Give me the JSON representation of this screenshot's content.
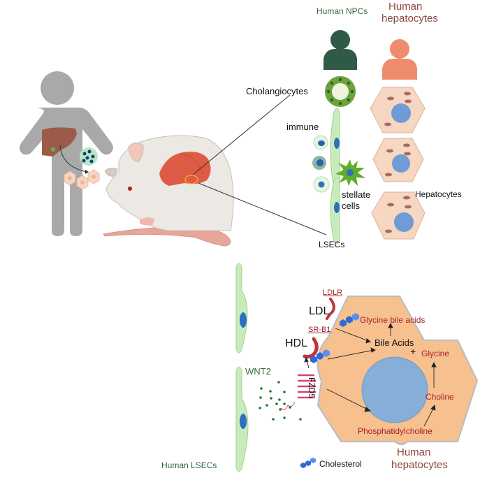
{
  "colors": {
    "npc_green": "#2f5a45",
    "hepatocyte_orange": "#f08c6e",
    "hepatocyte_brown": "#8b4a3a",
    "dark_red": "#a5222a",
    "body_gray": "#a9a9a9",
    "lsec_green": "#c9ebbc",
    "nucleus_blue": "#2e6fbf",
    "cell_tan": "#f5c7a4",
    "big_cell_fill": "#f7c08f",
    "big_nucleus": "#86aed6",
    "wnt_dot": "#1e7a3a",
    "fzd5_pink": "#d04870",
    "cholesterol_blue": "#2f6bd6"
  },
  "top_panel": {
    "human_npcs_label": "Human NPCs",
    "human_hepatocytes_label_line1": "Human",
    "human_hepatocytes_label_line2": "hepatocytes",
    "cholangiocytes_label": "Cholangiocytes",
    "immune_label": "immune",
    "stellate_label_line1": "stellate",
    "stellate_label_line2": "cells",
    "lsecs_label": "LSECs",
    "hepatocytes_label": "Hepatocytes"
  },
  "bottom_panel": {
    "ldlr_label": "LDLR",
    "ldl_label": "LDL",
    "srb1_label": "SR-B1",
    "hdl_label": "HDL",
    "wnt2_label": "WNT2",
    "fzd5_label": "FZD5",
    "glycine_bile_acids_label": "Glycine bile acids",
    "bile_acids_label": "Bile Acids",
    "plus_sign": "+",
    "glycine_label": "Glycine",
    "choline_label": "Choline",
    "phosphatidylcholine_label": "Phosphatidylcholine",
    "human_lsecs_label": "Human LSECs",
    "cholesterol_legend_label": "Cholesterol",
    "human_hepatocytes_label_line1": "Human",
    "human_hepatocytes_label_line2": "hepatocytes"
  }
}
